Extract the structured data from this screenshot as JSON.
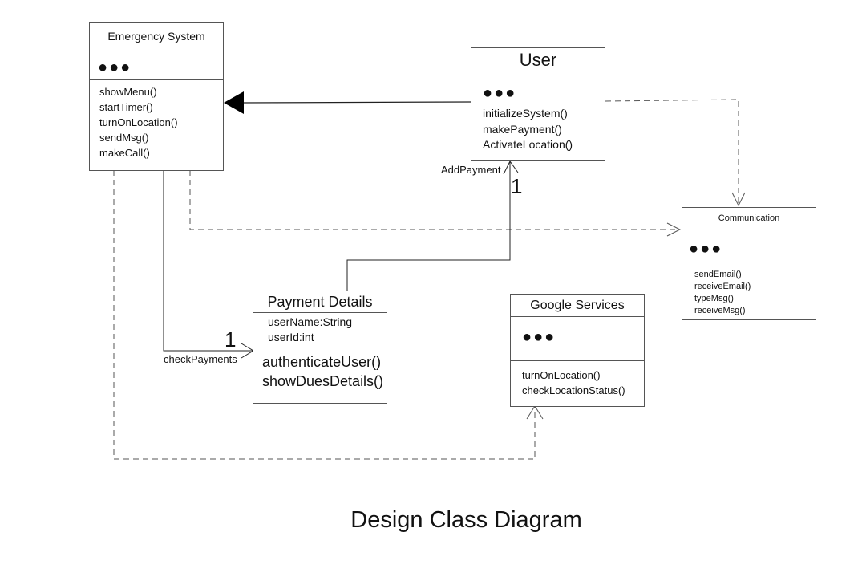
{
  "diagram": {
    "title": "Design Class Diagram",
    "classes": {
      "emergency": {
        "name": "Emergency System",
        "attributes_placeholder": "●●●",
        "methods": [
          "showMenu()",
          "startTimer()",
          "turnOnLocation()",
          "sendMsg()",
          "makeCall()"
        ]
      },
      "user": {
        "name": "User",
        "attributes_placeholder": "●●●",
        "methods": [
          "initializeSystem()",
          "makePayment()",
          "ActivateLocation()"
        ]
      },
      "communication": {
        "name": "Communication",
        "attributes_placeholder": "●●●",
        "methods": [
          "sendEmail()",
          "receiveEmail()",
          "typeMsg()",
          "receiveMsg()"
        ]
      },
      "payment": {
        "name": "Payment Details",
        "attributes": [
          "userName:String",
          "userId:int"
        ],
        "methods": [
          "authenticateUser()",
          "showDuesDetails()"
        ]
      },
      "google": {
        "name": "Google Services",
        "attributes_placeholder": "●●●",
        "methods": [
          "turnOnLocation()",
          "checkLocationStatus()"
        ]
      }
    },
    "labels": {
      "add_payment": "AddPayment",
      "add_payment_mult": "1",
      "check_payments": "checkPayments",
      "check_payments_mult": "1"
    }
  }
}
